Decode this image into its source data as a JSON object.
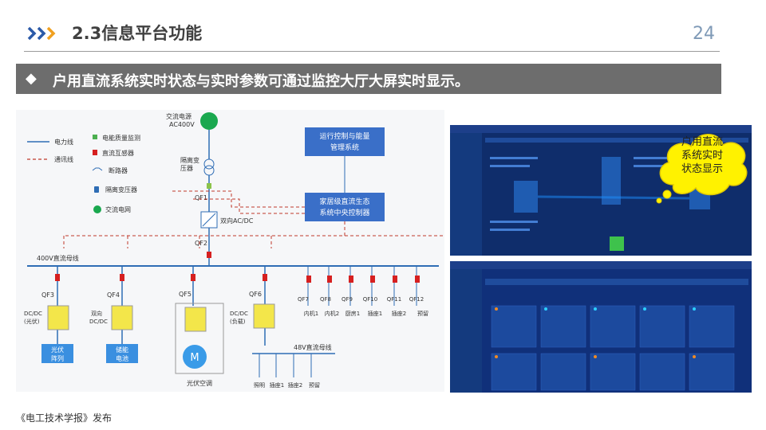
{
  "header": {
    "title": "2.3信息平台功能",
    "page_number": "24"
  },
  "banner": {
    "bullet": "◆",
    "text": "户用直流系统实时状态与实时参数可通过监控大厅大屏实时显示。"
  },
  "legend": {
    "items": [
      "电力线",
      "通讯线",
      "电能质量监测",
      "直流互感器",
      "断路器",
      "隔离变压器",
      "交流电网"
    ]
  },
  "diagram": {
    "ac_source": "交流电源",
    "ac_voltage": "AC400V",
    "transformer": "隔离变",
    "transformer2": "压器",
    "qf1": "QF1",
    "acdc": "双向AC/DC",
    "qf2": "QF2",
    "bus400": "400V直流母线",
    "bus48": "48V直流母线",
    "control1": "运行控制与能量",
    "control2": "管理系统",
    "central1": "家居级直流生态",
    "central2": "系统中央控制器",
    "branches": [
      {
        "qf": "QF3",
        "l1": "DC/DC",
        "l2": "(光伏)",
        "b1": "光伏",
        "b2": "阵列"
      },
      {
        "qf": "QF4",
        "l1": "双向",
        "l2": "DC/DC",
        "b1": "储能",
        "b2": "电池"
      },
      {
        "qf": "QF5",
        "l1": "",
        "l2": "",
        "b1": "光伏空调",
        "b2": ""
      },
      {
        "qf": "QF6",
        "l1": "DC/DC",
        "l2": "(负载)",
        "b1": "",
        "b2": ""
      }
    ],
    "motor": "M",
    "loads": [
      {
        "qf": "QF7",
        "name": "内机1"
      },
      {
        "qf": "QF8",
        "name": "内机2"
      },
      {
        "qf": "QF9",
        "name": "厨房1"
      },
      {
        "qf": "QF10",
        "name": "插座1"
      },
      {
        "qf": "QF11",
        "name": "插座2"
      },
      {
        "qf": "QF12",
        "name": "预留"
      }
    ],
    "loads48": [
      "照明",
      "插座1",
      "插座2",
      "预留"
    ]
  },
  "callout": {
    "line1": "户用直流",
    "line2": "系统实时",
    "line3": "状态显示"
  },
  "footer": "《电工技术学报》发布"
}
